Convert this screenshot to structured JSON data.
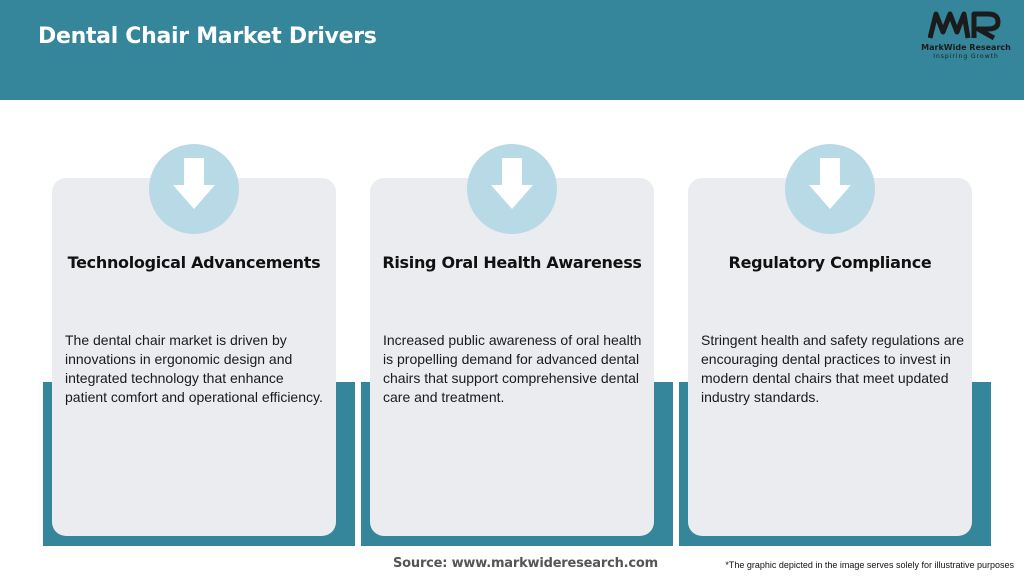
{
  "header": {
    "title": "Dental Chair Market Drivers",
    "logo_text": "MWR",
    "logo_brand": "MarkWide Research",
    "logo_tagline": "Inspiring Growth"
  },
  "colors": {
    "header_bg": "#36869b",
    "card_bg": "#ebecef",
    "circle": "#b8d9e6"
  },
  "cards": [
    {
      "icon": "down-arrow-icon",
      "title": "Technological Advancements",
      "body": "The dental chair market is driven by innovations in ergonomic design and integrated technology that enhance patient comfort and operational efficiency."
    },
    {
      "icon": "down-arrow-icon",
      "title": "Rising Oral Health Awareness",
      "body": "Increased public awareness of oral health is propelling demand for advanced dental chairs that support comprehensive dental care and treatment."
    },
    {
      "icon": "down-arrow-icon",
      "title": "Regulatory Compliance",
      "body": "Stringent health and safety regulations are encouraging dental practices to invest in modern dental chairs that meet updated industry standards."
    }
  ],
  "footer": {
    "source": "Source: www.markwideresearch.com",
    "note": "*The graphic depicted in the image serves solely for illustrative purposes"
  }
}
